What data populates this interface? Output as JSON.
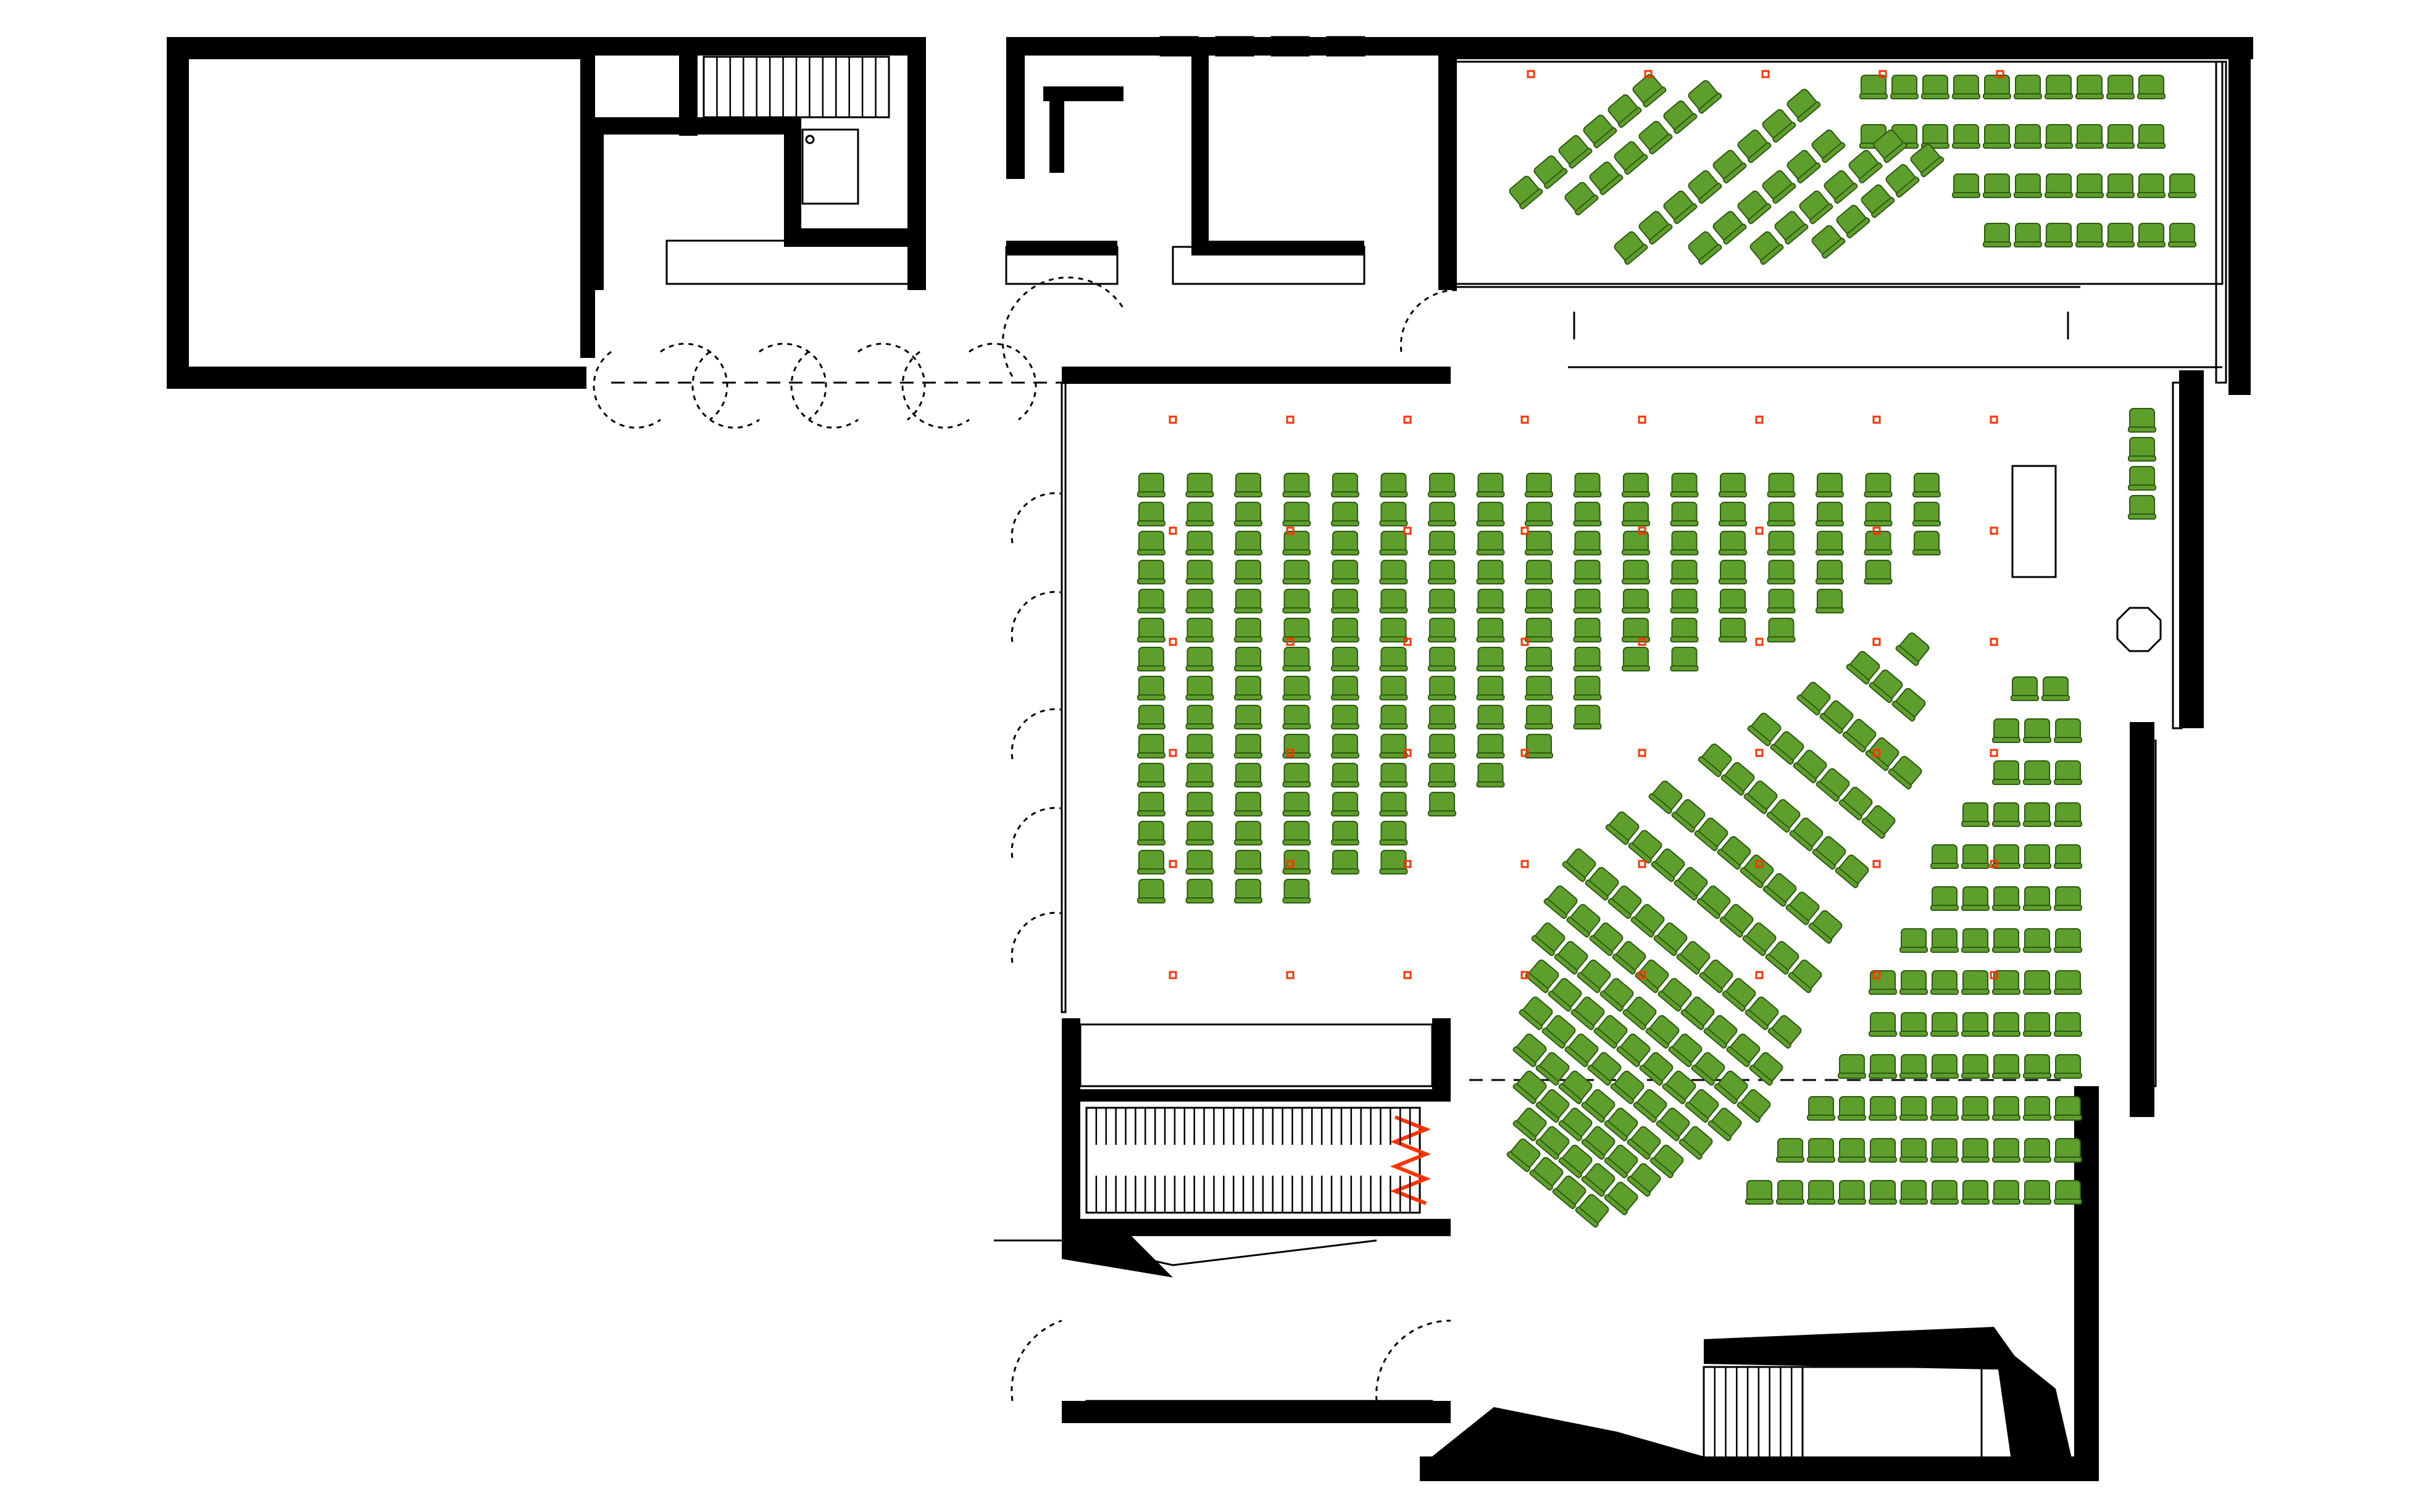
{
  "seat_style": {
    "seat_color": "#5e9e2c",
    "seat_outline": "#2f5a12",
    "column_marker_color": "#ff3300",
    "wall_color": "#000000",
    "heater_color": "#ff3300"
  },
  "zones": [
    {
      "name": "upper-rows-right"
    },
    {
      "name": "upper-diagonal-rows"
    },
    {
      "name": "main-grid-seating"
    },
    {
      "name": "right-wall-seats"
    },
    {
      "name": "diagonal-block"
    },
    {
      "name": "right-stepped-block"
    }
  ],
  "icons": [
    "octagon-icon",
    "heater-zigzag-icon",
    "column-marker-icon"
  ]
}
